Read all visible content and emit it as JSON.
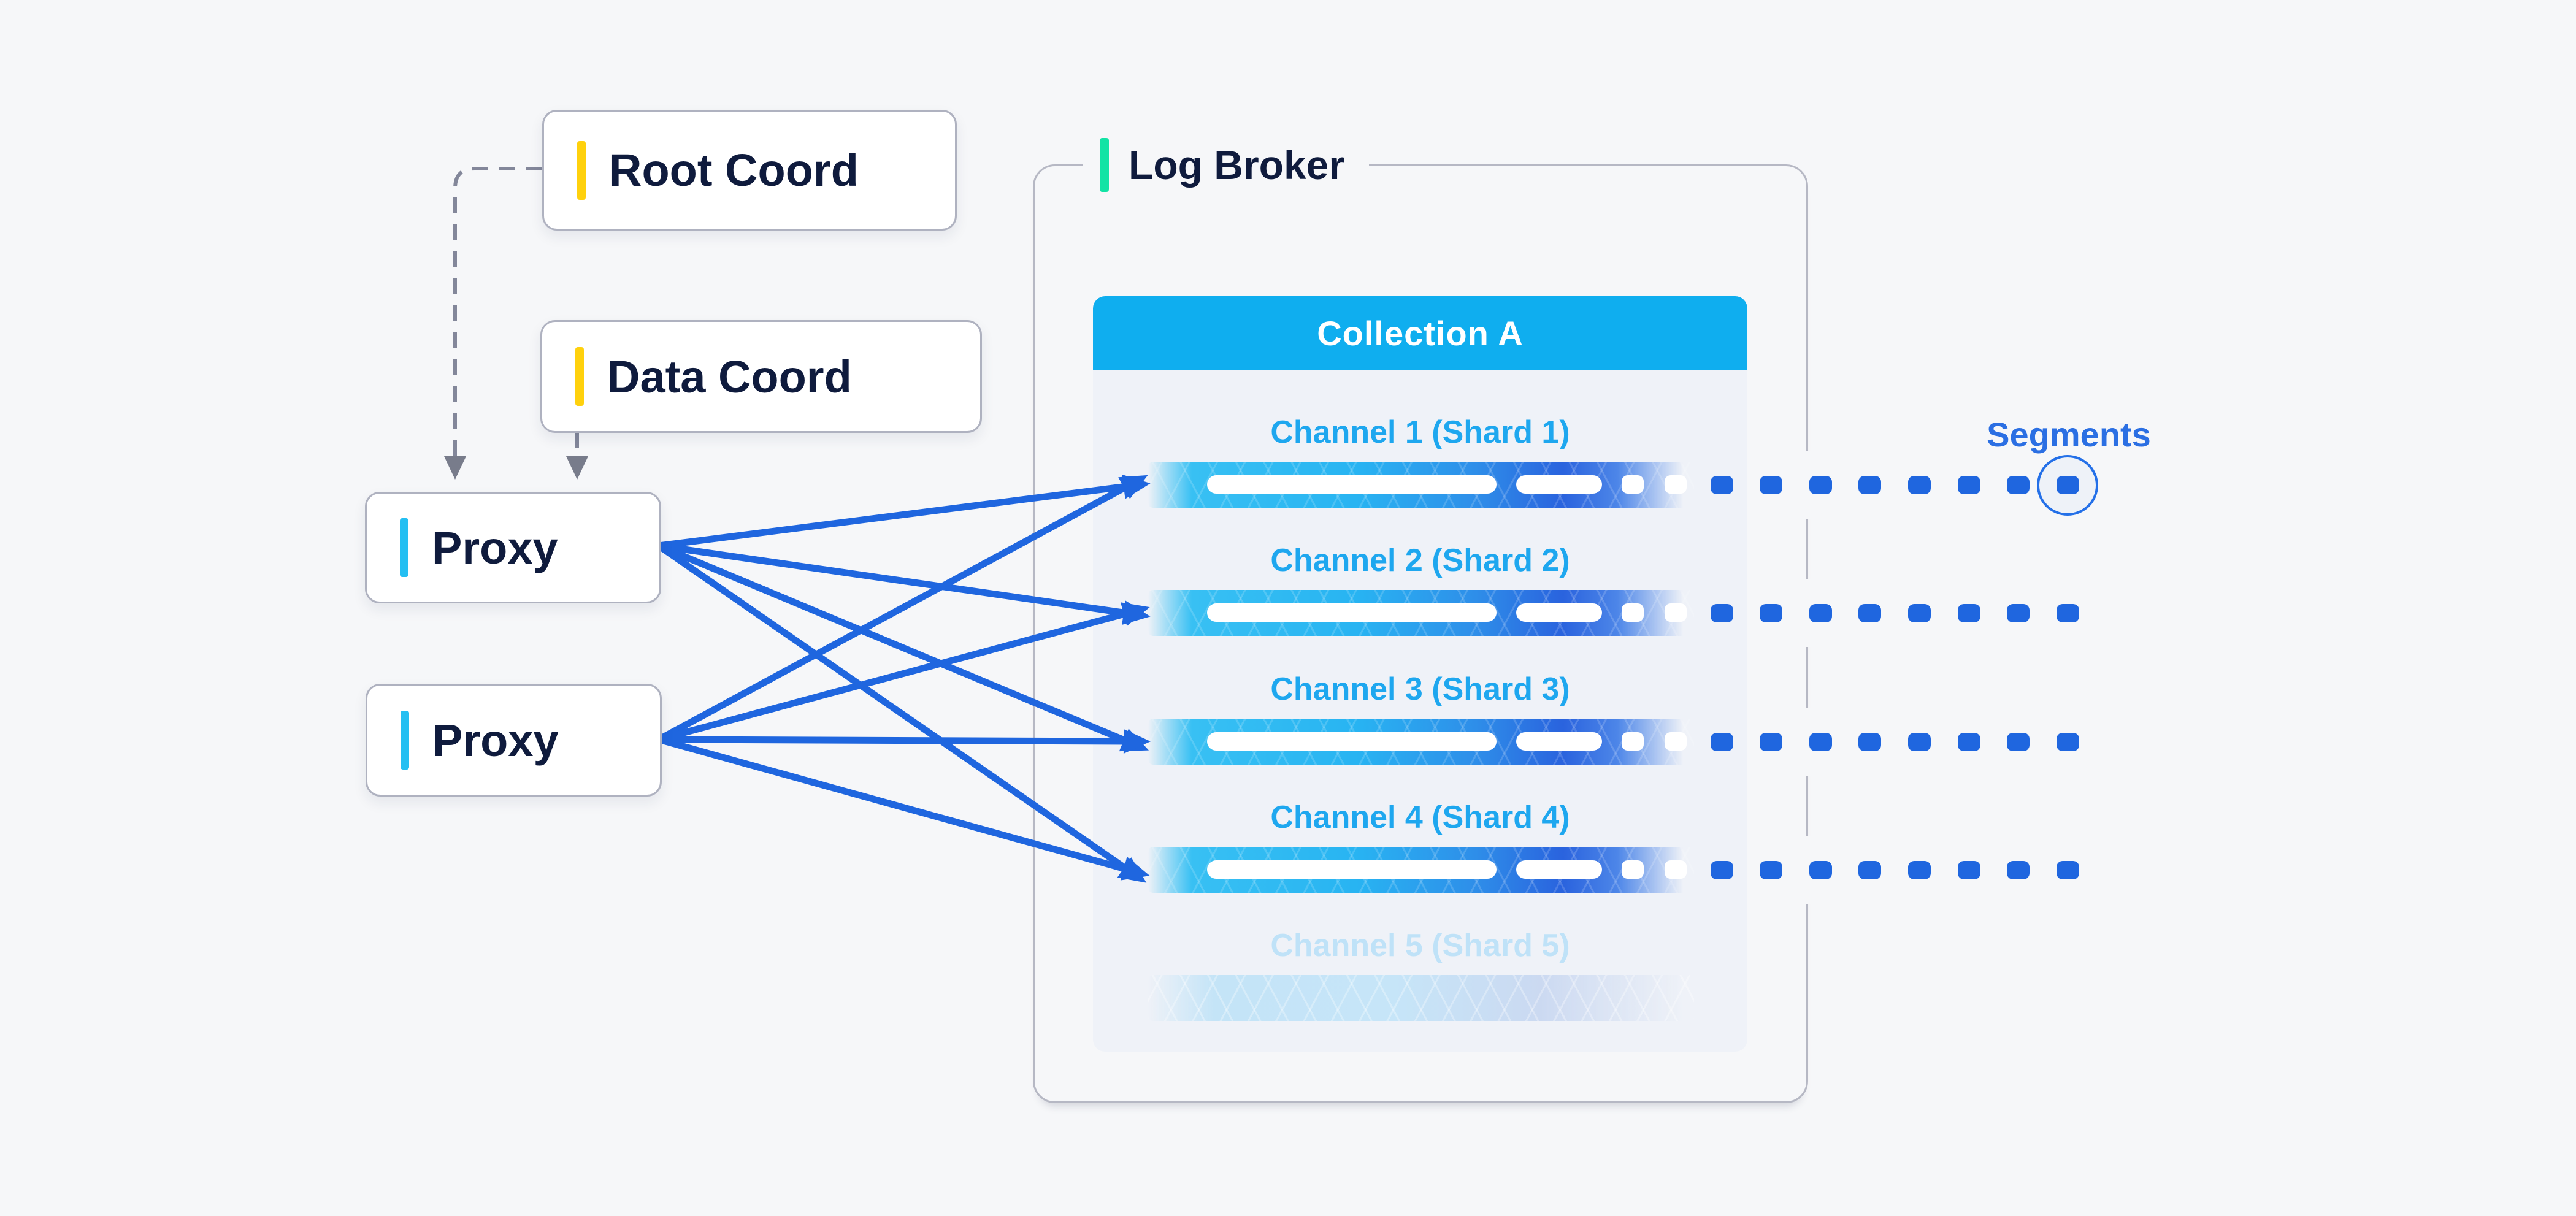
{
  "nodes": {
    "root_coord": {
      "label": "Root Coord",
      "accent": "#FFD10D"
    },
    "data_coord": {
      "label": "Data Coord",
      "accent": "#FFD10D"
    },
    "proxy_1": {
      "label": "Proxy",
      "accent": "#24BFF2"
    },
    "proxy_2": {
      "label": "Proxy",
      "accent": "#24BFF2"
    }
  },
  "log_broker": {
    "label": "Log Broker",
    "accent": "#12E3A5",
    "collection": {
      "title": "Collection A",
      "channels": [
        {
          "label": "Channel 1 (Shard 1)",
          "faded": false,
          "segments": 8,
          "circled_last": true
        },
        {
          "label": "Channel 2 (Shard 2)",
          "faded": false,
          "segments": 8,
          "circled_last": false
        },
        {
          "label": "Channel 3 (Shard 3)",
          "faded": false,
          "segments": 8,
          "circled_last": false
        },
        {
          "label": "Channel 4 (Shard 4)",
          "faded": false,
          "segments": 8,
          "circled_last": false
        },
        {
          "label": "Channel 5 (Shard 5)",
          "faded": true,
          "segments": 0,
          "circled_last": false
        }
      ]
    }
  },
  "segments_annotation": {
    "label": "Segments"
  },
  "colors": {
    "background": "#F6F7F9",
    "box_border": "#AFB2C0",
    "text_navy": "#0F1B3D",
    "collection_header": "#0FAEEF",
    "collection_panel": "#EFF2F8",
    "channel_label": "#1EA7EF",
    "channel_label_faded": "#BFE2F8",
    "bar_cyan": "#28B4F2",
    "bar_deep_blue": "#2A63DE",
    "segment_dot": "#1F66DF",
    "arrow_blue": "#1F66DF",
    "dashed_gray": "#83879A",
    "segments_text": "#2B6FE3"
  }
}
